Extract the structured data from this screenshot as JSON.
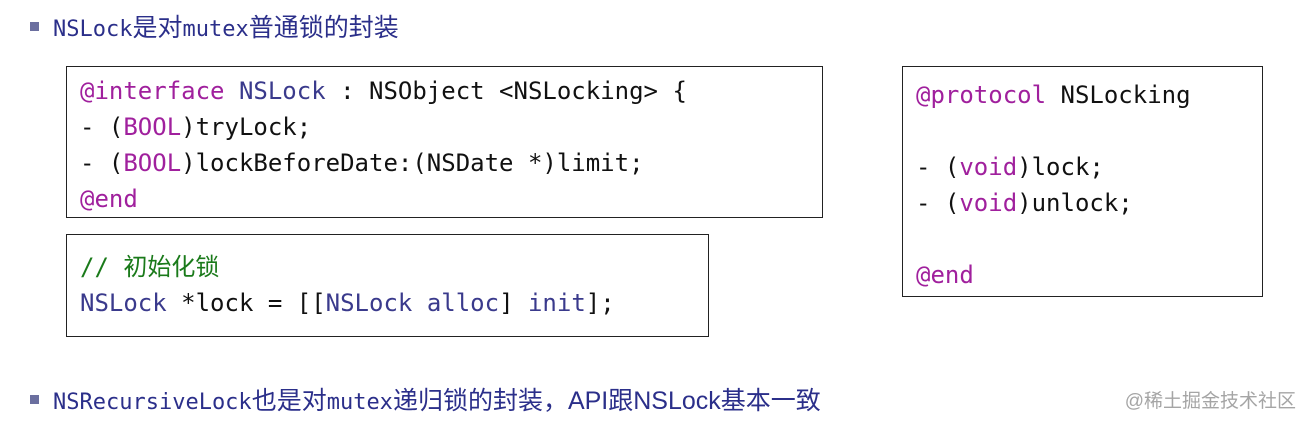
{
  "bullets": [
    {
      "parts": [
        {
          "text": "NSLock",
          "mono": true
        },
        {
          "text": "是对",
          "mono": false
        },
        {
          "text": "mutex",
          "mono": true
        },
        {
          "text": "普通锁的封装",
          "mono": false
        }
      ]
    },
    {
      "parts": [
        {
          "text": "NSRecursiveLock",
          "mono": true
        },
        {
          "text": "也是对",
          "mono": false
        },
        {
          "text": "mutex",
          "mono": true
        },
        {
          "text": "递归锁的封装，API跟NSLock基本一致",
          "mono": false
        }
      ]
    }
  ],
  "code_interface": [
    [
      {
        "t": "@interface",
        "c": "kw"
      },
      {
        "t": " "
      },
      {
        "t": "NSLock",
        "c": "ty"
      },
      {
        "t": " : NSObject <NSLocking> {"
      }
    ],
    [
      {
        "t": "- ("
      },
      {
        "t": "BOOL",
        "c": "kw"
      },
      {
        "t": ")tryLock;"
      }
    ],
    [
      {
        "t": "- ("
      },
      {
        "t": "BOOL",
        "c": "kw"
      },
      {
        "t": ")lockBeforeDate:(NSDate *)limit;"
      }
    ],
    [
      {
        "t": "@end",
        "c": "kw"
      }
    ]
  ],
  "code_init": [
    [
      {
        "t": "// 初始化锁",
        "c": "cm"
      }
    ],
    [
      {
        "t": "NSLock",
        "c": "ty"
      },
      {
        "t": " *lock = [["
      },
      {
        "t": "NSLock",
        "c": "ty"
      },
      {
        "t": " "
      },
      {
        "t": "alloc",
        "c": "ty"
      },
      {
        "t": "] "
      },
      {
        "t": "init",
        "c": "ty"
      },
      {
        "t": "];"
      }
    ]
  ],
  "code_protocol": [
    [
      {
        "t": "@protocol",
        "c": "kw"
      },
      {
        "t": " NSLocking"
      }
    ],
    [
      {
        "t": ""
      }
    ],
    [
      {
        "t": "- ("
      },
      {
        "t": "void",
        "c": "kw"
      },
      {
        "t": ")lock;"
      }
    ],
    [
      {
        "t": "- ("
      },
      {
        "t": "void",
        "c": "kw"
      },
      {
        "t": ")unlock;"
      }
    ],
    [
      {
        "t": ""
      }
    ],
    [
      {
        "t": "@end",
        "c": "kw"
      }
    ]
  ],
  "watermark": "@稀土掘金技术社区"
}
